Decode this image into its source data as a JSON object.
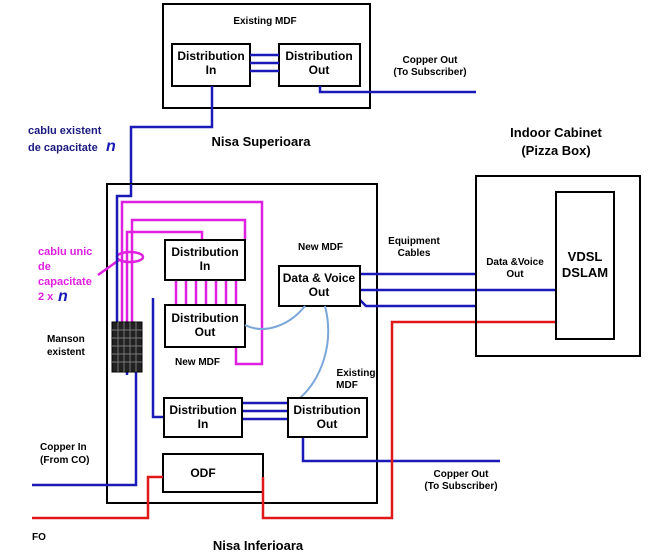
{
  "upper": {
    "mdf_title": "Existing MDF",
    "dist_in": [
      "Distribution",
      "In"
    ],
    "dist_out": [
      "Distribution",
      "Out"
    ],
    "copper_out": [
      "Copper Out",
      "(To Subscriber)"
    ],
    "site": "Nisa Superioara"
  },
  "cable_existing": [
    "cablu existent",
    "de capacitate"
  ],
  "cable_existing_n": "n",
  "cable_unic": [
    "cablu unic",
    "de",
    "capacitate",
    "2 x"
  ],
  "cable_unic_n": "n",
  "manson": [
    "Manson",
    "existent"
  ],
  "lower": {
    "new_mdf_top": "New MDF",
    "new_mdf_bottom": "New MDF",
    "new_dist_in": [
      "Distribution",
      "In"
    ],
    "new_dist_out": [
      "Distribution",
      "Out"
    ],
    "dv_out": [
      "Data & Voice",
      "Out"
    ],
    "existing_mdf": [
      "Existing",
      "MDF"
    ],
    "dist_in": [
      "Distribution",
      "In"
    ],
    "dist_out": [
      "Distribution",
      "Out"
    ],
    "odf": "ODF",
    "copper_in": [
      "Copper In",
      "(From CO)"
    ],
    "copper_out": [
      "Copper Out",
      "(To Subscriber)"
    ],
    "fo": "FO",
    "site": "Nisa Inferioara"
  },
  "equipment_cables": [
    "Equipment",
    "Cables"
  ],
  "cabinet": {
    "title": [
      "Indoor Cabinet",
      "(Pizza Box)"
    ],
    "dv_out": [
      "Data &Voice",
      "Out"
    ],
    "dslam": [
      "VDSL",
      "DSLAM"
    ]
  },
  "colors": {
    "blue": "#1a1ab8",
    "magenta": "#e020e0",
    "red": "#e01818",
    "light_blue": "#7aa6d8",
    "black": "#000000"
  }
}
